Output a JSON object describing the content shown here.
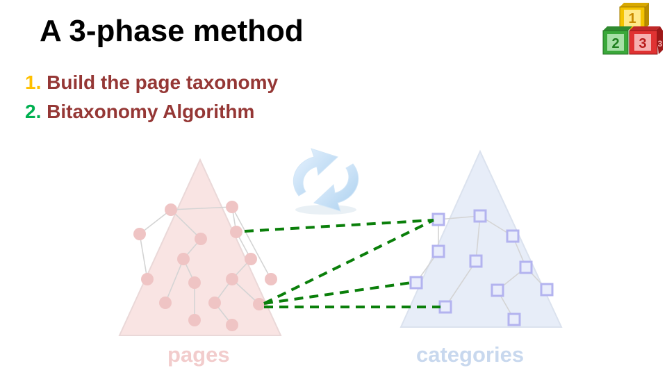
{
  "slide": {
    "title": "A 3-phase method"
  },
  "steps": [
    {
      "number": "1.",
      "label": "Build the page taxonomy",
      "number_color": "#ffc000"
    },
    {
      "number": "2.",
      "label": "Bitaxonomy Algorithm",
      "number_color": "#00b050"
    }
  ],
  "diagram": {
    "pages_label": "pages",
    "categories_label": "categories",
    "colors": {
      "step_text": "#953735",
      "pages_triangle": "#f9e4e3",
      "pages_node": "#efc4c4",
      "categories_triangle": "#e7edf8",
      "categories_node": "#b3b3ef",
      "link": "#0a7f0a",
      "pages_caption": "#f2cccc",
      "categories_caption": "#c8d8ee"
    }
  },
  "logo": {
    "blocks": [
      "1",
      "2",
      "3"
    ]
  }
}
